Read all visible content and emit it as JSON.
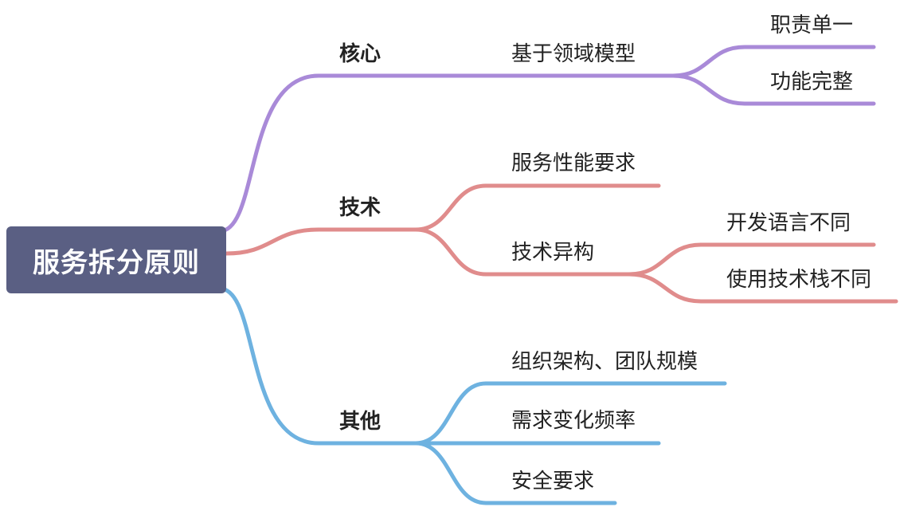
{
  "colors": {
    "root_bg": "#5a5f83",
    "root_text": "#ffffff",
    "branch_core": "#a98ad8",
    "branch_tech": "#e08c8c",
    "branch_other": "#6eb2e0",
    "text": "#222222"
  },
  "mindmap": {
    "root": "服务拆分原则",
    "branches": [
      {
        "label": "核心",
        "children": [
          {
            "label": "基于领域模型",
            "children": [
              "职责单一",
              "功能完整"
            ]
          }
        ]
      },
      {
        "label": "技术",
        "children": [
          {
            "label": "服务性能要求"
          },
          {
            "label": "技术异构",
            "children": [
              "开发语言不同",
              "使用技术栈不同"
            ]
          }
        ]
      },
      {
        "label": "其他",
        "children": [
          {
            "label": "组织架构、团队规模"
          },
          {
            "label": "需求变化频率"
          },
          {
            "label": "安全要求"
          }
        ]
      }
    ]
  }
}
